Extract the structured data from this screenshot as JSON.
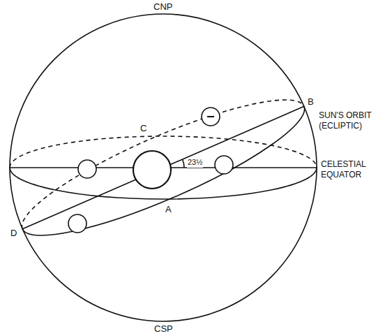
{
  "diagram": {
    "labels": [
      "CNP",
      "B",
      "C",
      "SUN'S ORBIT (ECLIPTIC)",
      "CELESTIAL EQUATOR",
      "23½",
      "D",
      "A",
      "CSP"
    ]
  }
}
